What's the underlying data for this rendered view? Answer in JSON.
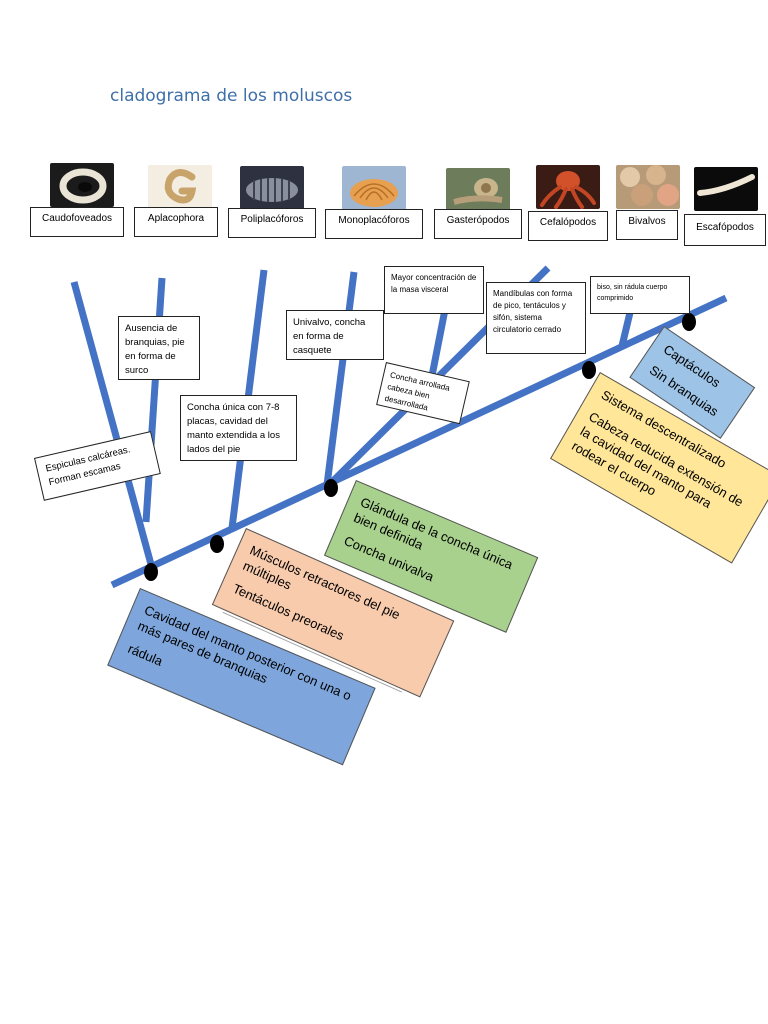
{
  "title": "cladograma de los moluscos",
  "colors": {
    "branch": "#4472c4",
    "title": "#3f6fa8",
    "box_blue": "#7ea6dc",
    "box_orange": "#f8cbad",
    "box_green": "#a9d18e",
    "box_yellow": "#ffe699",
    "box_lightblue": "#9dc3e6"
  },
  "taxa": [
    {
      "name": "Caudofoveados",
      "icon": "caudofoveado-photo"
    },
    {
      "name": "Aplacophora",
      "icon": "aplacophora-photo"
    },
    {
      "name": "Poliplacóforos",
      "icon": "chiton-photo"
    },
    {
      "name": "Monoplacóforos",
      "icon": "monoplacophora-shell-photo"
    },
    {
      "name": "Gasterópodos",
      "icon": "snail-photo"
    },
    {
      "name": "Cefalópodos",
      "icon": "octopus-photo"
    },
    {
      "name": "Bivalvos",
      "icon": "clams-photo"
    },
    {
      "name": "Escafópodos",
      "icon": "tusk-shell-photo"
    }
  ],
  "notes": {
    "espiculas": "Espiculas calcáreas. Forman escamas",
    "ausencia": "Ausencia de branquias, pie en forma de surco",
    "concha_unica": "Concha única con 7-8 placas, cavidad del manto extendida a los lados del pie",
    "univalvo": "Univalvo, concha en forma de casquete",
    "mayor": "Mayor concentración de la masa visceral",
    "concha_arrollada": "Concha arrollada cabeza bien desarrollada",
    "mandibulas": "Mandíbulas con forma de pico, tentáculos y sifón, sistema circulatorio cerrado",
    "biso": "biso, sin rádula cuerpo comprimido"
  },
  "synapomorphies": {
    "blue": [
      "Cavidad del manto posterior con una o más pares de branquias",
      "rádula"
    ],
    "orange": [
      "Músculos retractores del pie múltiples",
      "Tentáculos preorales"
    ],
    "green": [
      "Glándula de la concha única bien definida",
      "Concha univalva"
    ],
    "yellow": [
      "Sistema descentralizado",
      "Cabeza reducida extensión de la cavidad del manto para rodear el cuerpo"
    ],
    "lightblue": [
      "Captáculos",
      "Sin branquias"
    ]
  }
}
